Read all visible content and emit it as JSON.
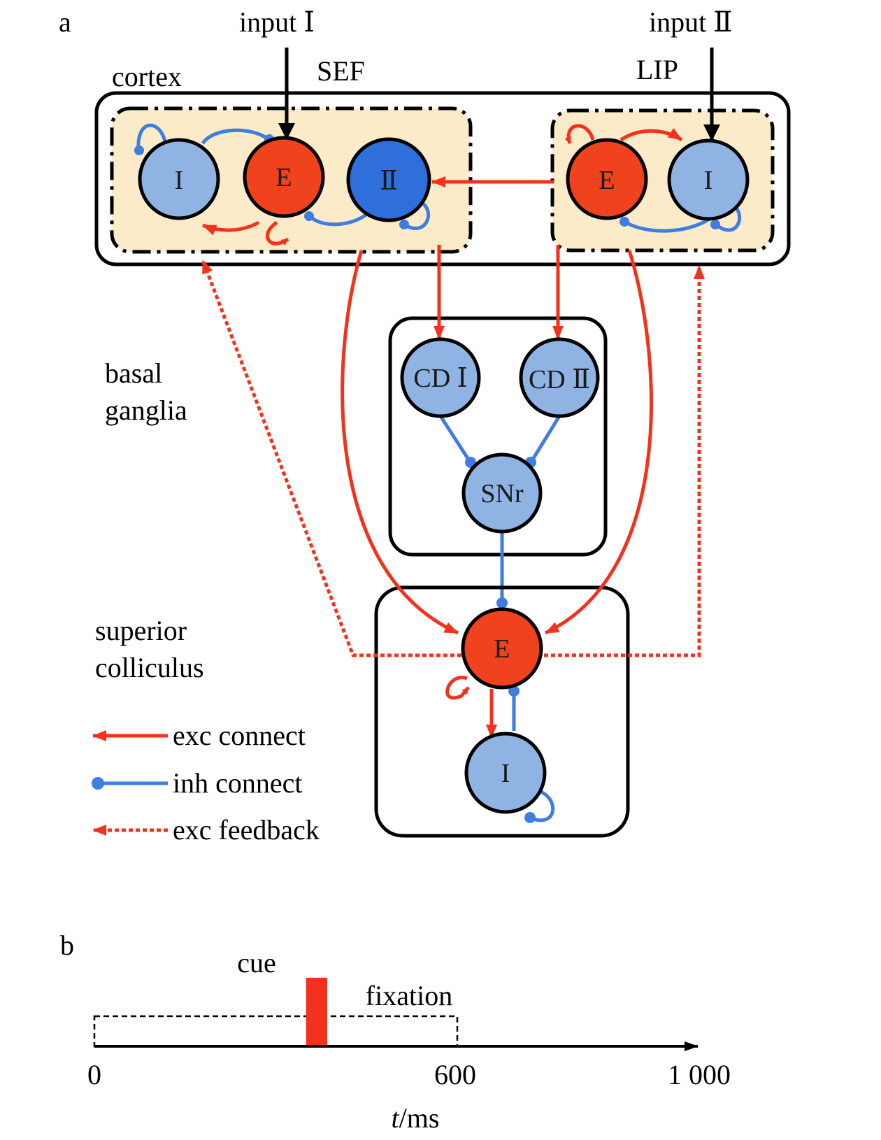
{
  "panel_a": {
    "label": "a",
    "input_1": "input Ⅰ",
    "input_2": "input Ⅱ",
    "cortex": "cortex",
    "sef": "SEF",
    "lip": "LIP",
    "basal_ganglia_line1": "basal",
    "basal_ganglia_line2": "ganglia",
    "sc_line1": "superior",
    "sc_line2": "colliculus",
    "nodes": {
      "sef_i": "I",
      "sef_e": "E",
      "sef_ii": "Ⅱ",
      "lip_e": "E",
      "lip_i": "I",
      "cd1": "CD Ⅰ",
      "cd2": "CD Ⅱ",
      "snr": "SNr",
      "sc_e": "E",
      "sc_i": "I"
    },
    "legend": {
      "exc": "exc connect",
      "inh": "inh connect",
      "feedback": "exc feedback"
    },
    "colors": {
      "excitatory_node": "#f0421c",
      "inhibitory_node": "#8fb4e3",
      "sef_ii_node": "#2f6fdc",
      "exc_connection": "#f2321c",
      "inh_connection": "#3f7de0",
      "region_fill": "#fbebc8"
    }
  },
  "panel_b": {
    "label": "b",
    "cue": "cue",
    "fixation": "fixation",
    "tick_0": "0",
    "tick_600": "600",
    "tick_1000": "1 000",
    "axis_label_italic": "t",
    "axis_label_unit": "/ms",
    "timeline": {
      "max": 1000,
      "fixation_end": 600,
      "cue_start": 350,
      "cue_end": 385
    }
  }
}
